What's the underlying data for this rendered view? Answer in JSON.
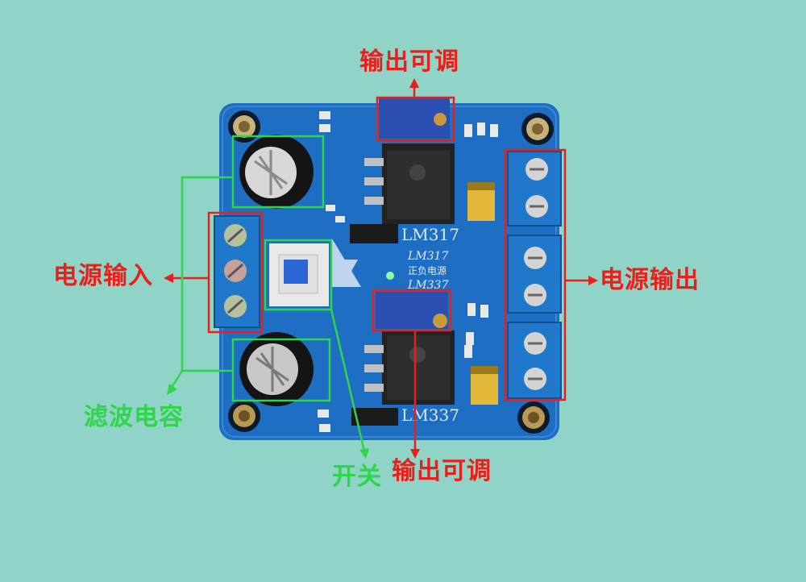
{
  "colors": {
    "background": "#8fd4c6",
    "pcb": "#1e6fc4",
    "red_annotation": "#e8201c",
    "green_annotation": "#2ed64a"
  },
  "board": {
    "chip_top": "LM317",
    "chip_bottom": "LM337",
    "silk_top": "LM317",
    "silk_mid": "正负电源",
    "silk_bottom": "LM337"
  },
  "annotations": {
    "output_adjust_top": "输出可调",
    "power_input": "电源输入",
    "power_output": "电源输出",
    "filter_capacitor": "滤波电容",
    "switch": "开关",
    "output_adjust_bottom": "输出可调"
  }
}
